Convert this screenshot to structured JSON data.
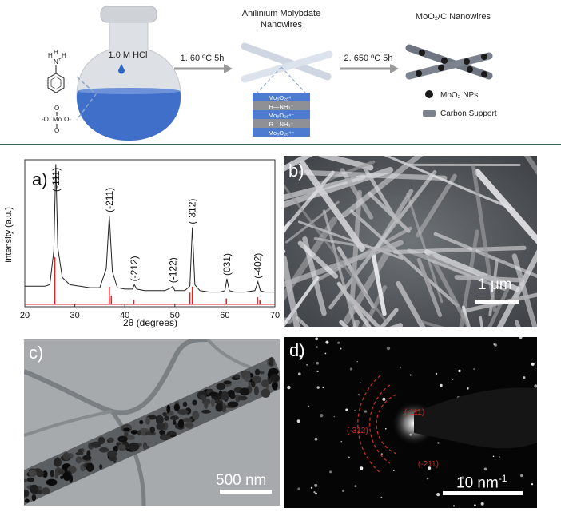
{
  "scheme": {
    "flask_label": "1.0 M HCl",
    "precursor_cation": [
      "H",
      "N",
      "+",
      "H",
      "H"
    ],
    "precursor_anion": [
      "-O",
      "Mo",
      "O-",
      "O",
      "O"
    ],
    "step1_label": "1. 60 ºC 5h",
    "step2_label": "2. 650 ºC 5h",
    "intermediate_title": [
      "Anilinium  Molybdate",
      "Nanowires"
    ],
    "layers": [
      "Mo₈O₂₆⁴⁻",
      "R—NH₃⁺",
      "Mo₈O₂₆⁴⁻",
      "R—NH₃⁺",
      "Mo₈O₂₆⁴⁻"
    ],
    "product_title": "MoO₂/C Nanowires",
    "legend_np": "MoO₂ NPs",
    "legend_support": "Carbon Support"
  },
  "panels": {
    "a": "a)",
    "b": "b)",
    "c": "c)",
    "d": "d)"
  },
  "scalebars": {
    "b": "1 μm",
    "c": "500 nm",
    "d": "10 nm",
    "d_sup": "-1"
  },
  "saed_labels": [
    "(-111)",
    "(-312)",
    "(-211)"
  ],
  "chart_data": {
    "type": "line",
    "xlabel": "2θ (degrees)",
    "ylabel": "Intensity (a.u.)",
    "xlim": [
      20,
      70
    ],
    "xticks": [
      20,
      30,
      40,
      50,
      60,
      70
    ],
    "ylim": [
      0,
      100
    ],
    "series": [
      {
        "x": [
          20,
          22,
          24,
          25,
          25.8,
          26.2,
          26.6,
          27.5,
          29,
          31,
          33,
          35,
          36.3,
          36.9,
          37.5,
          38.5,
          40,
          41.5,
          41.9,
          42.4,
          44,
          46,
          48,
          49.3,
          49.6,
          50,
          52,
          53,
          53.5,
          54,
          55,
          57,
          59,
          60,
          60.4,
          60.9,
          62,
          64,
          66,
          66.6,
          67.1,
          68,
          70
        ],
        "values": [
          14,
          14,
          14,
          15,
          38,
          97,
          40,
          20,
          15,
          14,
          13,
          13,
          26,
          62,
          24,
          13,
          12,
          12,
          15,
          12,
          11,
          11,
          11,
          13,
          14,
          11,
          11,
          14,
          54,
          15,
          11,
          10,
          10,
          11,
          19,
          11,
          10,
          10,
          11,
          17,
          11,
          10,
          10
        ]
      }
    ],
    "reference_lines": {
      "x": [
        26.0,
        36.9,
        37.3,
        41.8,
        53.0,
        53.5,
        60.3,
        66.5,
        67.0
      ],
      "heights": [
        32,
        12,
        6,
        3,
        8,
        12,
        4,
        5,
        3
      ]
    },
    "peak_labels": [
      {
        "x": 26.2,
        "label": "(-111)"
      },
      {
        "x": 36.9,
        "label": "(-211)"
      },
      {
        "x": 41.9,
        "label": "(-212)"
      },
      {
        "x": 49.6,
        "label": "(-122)"
      },
      {
        "x": 53.5,
        "label": "(-312)"
      },
      {
        "x": 60.4,
        "label": "(031)"
      },
      {
        "x": 66.6,
        "label": "(-402)"
      }
    ]
  }
}
